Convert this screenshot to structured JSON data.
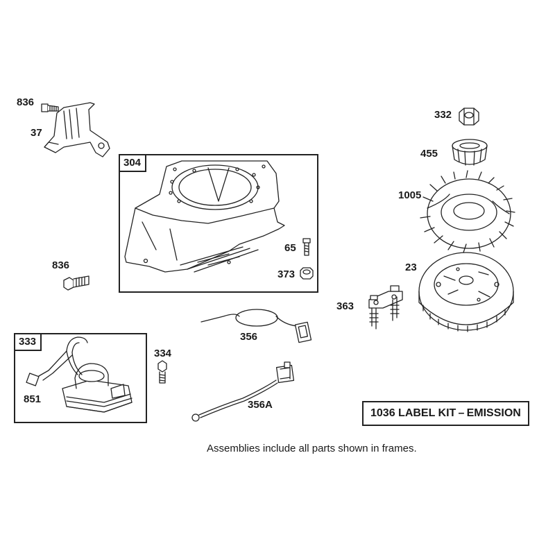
{
  "diagram": {
    "callouts": {
      "p836a": "836",
      "p37": "37",
      "p836b": "836",
      "p65": "65",
      "p373": "373",
      "p332": "332",
      "p455": "455",
      "p1005": "1005",
      "p23": "23",
      "p363": "363",
      "p356": "356",
      "p334": "334",
      "p356a": "356A",
      "p851": "851"
    },
    "frames": {
      "blower": "304",
      "armature": "333"
    },
    "kit_label": "1036 LABEL KIT – EMISSION",
    "note": "Assemblies include all parts shown in frames."
  }
}
